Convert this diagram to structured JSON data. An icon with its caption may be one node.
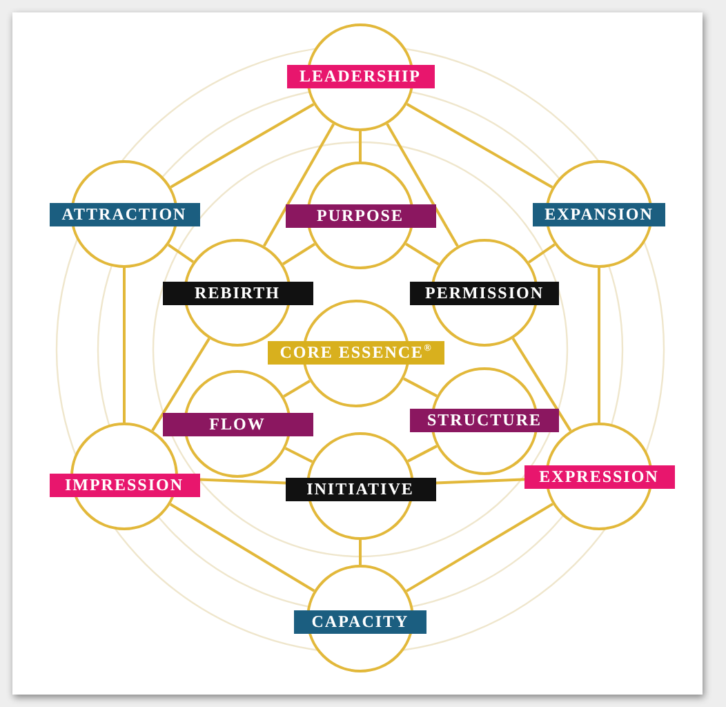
{
  "diagram": {
    "nodes": [
      {
        "text": [
          "LEADERSHIP"
        ]
      },
      {
        "text": [
          "ATTRACTION"
        ]
      },
      {
        "text": [
          "PURPOSE"
        ]
      },
      {
        "text": [
          "EXPANSION"
        ]
      },
      {
        "text": [
          "REBIRTH"
        ]
      },
      {
        "text": [
          "PERMISSION"
        ]
      },
      {
        "text": [
          "CORE ESSENCE$^{®}$"
        ]
      },
      {
        "text": [
          "FLOW"
        ]
      },
      {
        "text": [
          "STRUCTURE"
        ]
      },
      {
        "text": [
          "IMPRESSION"
        ]
      },
      {
        "text": [
          "INITIATIVE"
        ]
      },
      {
        "text": [
          "EXPRESSION"
        ]
      },
      {
        "text": [
          "CAPACITY"
        ]
      }
    ],
    "edges": [
      {
        "from": 0,
        "to": 1,
        "arrow": "none"
      },
      {
        "from": 0,
        "to": 3,
        "arrow": "none"
      },
      {
        "from": 0,
        "to": 2,
        "arrow": "none"
      },
      {
        "from": 0,
        "to": 4,
        "arrow": "none"
      },
      {
        "from": 0,
        "to": 5,
        "arrow": "none"
      },
      {
        "from": 1,
        "to": 9,
        "arrow": "none"
      },
      {
        "from": 3,
        "to": 11,
        "arrow": "none"
      },
      {
        "from": 1,
        "to": 4,
        "arrow": "none"
      },
      {
        "from": 3,
        "to": 5,
        "arrow": "none"
      },
      {
        "from": 2,
        "to": 4,
        "arrow": "none"
      },
      {
        "from": 2,
        "to": 5,
        "arrow": "none"
      },
      {
        "from": 4,
        "to": 9,
        "arrow": "none"
      },
      {
        "from": 5,
        "to": 11,
        "arrow": "none"
      },
      {
        "from": 6,
        "to": 7,
        "arrow": "none"
      },
      {
        "from": 6,
        "to": 8,
        "arrow": "none"
      },
      {
        "from": 7,
        "to": 10,
        "arrow": "none"
      },
      {
        "from": 8,
        "to": 10,
        "arrow": "none"
      },
      {
        "from": 9,
        "to": 10,
        "arrow": "none"
      },
      {
        "from": 10,
        "to": 11,
        "arrow": "none"
      },
      {
        "from": 9,
        "to": 12,
        "arrow": "none"
      },
      {
        "from": 11,
        "to": 12,
        "arrow": "none"
      },
      {
        "from": 10,
        "to": 12,
        "arrow": "none"
      }
    ]
  }
}
